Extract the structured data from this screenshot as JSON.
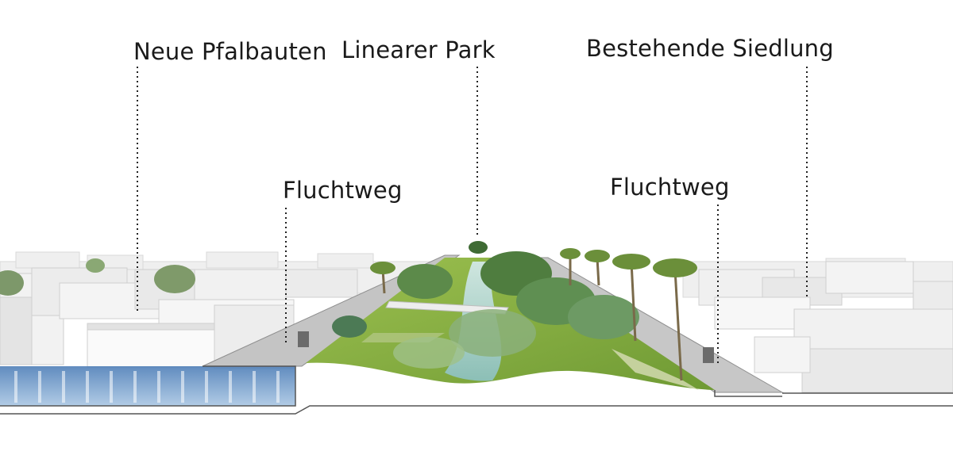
{
  "labels": {
    "neue_pfalbauten": "Neue Pfalbauten",
    "linearer_park": "Linearer Park",
    "bestehende_siedlung": "Bestehende Siedlung",
    "fluchtweg_left": "Fluchtweg",
    "fluchtweg_right": "Fluchtweg"
  },
  "colors": {
    "water": "#6f9bc9",
    "park_grass": "#8fb24a",
    "canal": "#a8d1c9",
    "buildings": "#e9e9e9",
    "road": "#bdbdbd",
    "ground_line": "#555555"
  }
}
